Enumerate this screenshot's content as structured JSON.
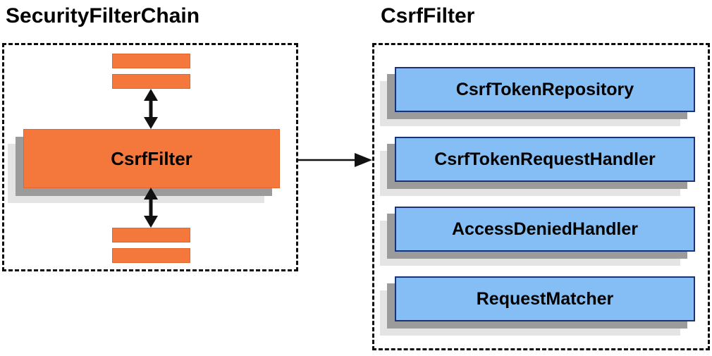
{
  "diagram": {
    "left_panel": {
      "title": "SecurityFilterChain",
      "filter_box_label": "CsrfFilter"
    },
    "right_panel": {
      "title": "CsrfFilter",
      "components": [
        {
          "label": "CsrfTokenRepository"
        },
        {
          "label": "CsrfTokenRequestHandler"
        },
        {
          "label": "AccessDeniedHandler"
        },
        {
          "label": "RequestMatcher"
        }
      ]
    },
    "colors": {
      "filter_orange": "#F4783C",
      "filter_orange_border": "#E2662D",
      "component_blue": "#85BEF4",
      "component_blue_border": "#1B3277",
      "shadow_dark": "#9B9B9B",
      "shadow_light": "#E4E4E4",
      "arrow_black": "#111111"
    }
  }
}
